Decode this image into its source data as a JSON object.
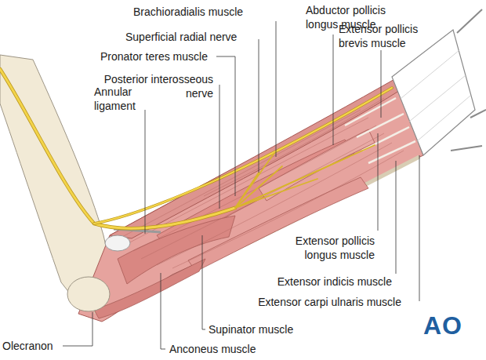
{
  "diagram": {
    "labels": [
      "Brachioradialis muscle",
      "Abductor pollicis longus muscle",
      "Superficial radial nerve",
      "Extensor pollicis brevis muscle",
      "Pronator teres muscle",
      "Posterior interosseous nerve",
      "Annular ligament",
      "Extensor pollicis longus muscle",
      "Extensor indicis muscle",
      "Extensor carpi ulnaris muscle",
      "Supinator muscle",
      "Olecranon",
      "Anconeus muscle",
      "AO"
    ]
  }
}
